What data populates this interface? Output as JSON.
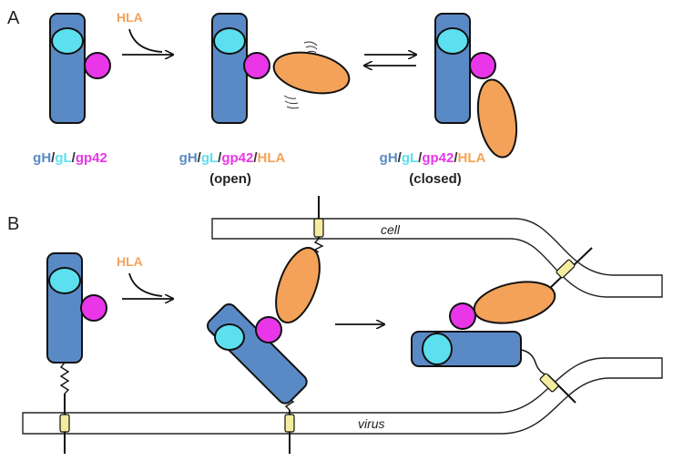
{
  "colors": {
    "gH": "#5a8ac6",
    "gL": "#5ce0f0",
    "gp42": "#e836e8",
    "HLA": "#f4a259",
    "separator": "#333333",
    "tm": "#f4ec9e"
  },
  "panels": {
    "a": "A",
    "b": "B"
  },
  "arrow_label_hla": "HLA",
  "labels": {
    "complex1": [
      {
        "text": "gH",
        "color": "gH"
      },
      {
        "text": "/",
        "color": "separator"
      },
      {
        "text": "gL",
        "color": "gL"
      },
      {
        "text": "/",
        "color": "separator"
      },
      {
        "text": "gp42",
        "color": "gp42"
      }
    ],
    "complex2": [
      {
        "text": "gH",
        "color": "gH"
      },
      {
        "text": "/",
        "color": "separator"
      },
      {
        "text": "gL",
        "color": "gL"
      },
      {
        "text": "/",
        "color": "separator"
      },
      {
        "text": "gp42",
        "color": "gp42"
      },
      {
        "text": "/",
        "color": "separator"
      },
      {
        "text": "HLA",
        "color": "HLA"
      }
    ],
    "complex3": [
      {
        "text": "gH",
        "color": "gH"
      },
      {
        "text": "/",
        "color": "separator"
      },
      {
        "text": "gL",
        "color": "gL"
      },
      {
        "text": "/",
        "color": "separator"
      },
      {
        "text": "gp42",
        "color": "gp42"
      },
      {
        "text": "/",
        "color": "separator"
      },
      {
        "text": "HLA",
        "color": "HLA"
      }
    ]
  },
  "state_open": "(open)",
  "state_closed": "(closed)",
  "membranes": {
    "cell": "cell",
    "virus": "virus"
  }
}
